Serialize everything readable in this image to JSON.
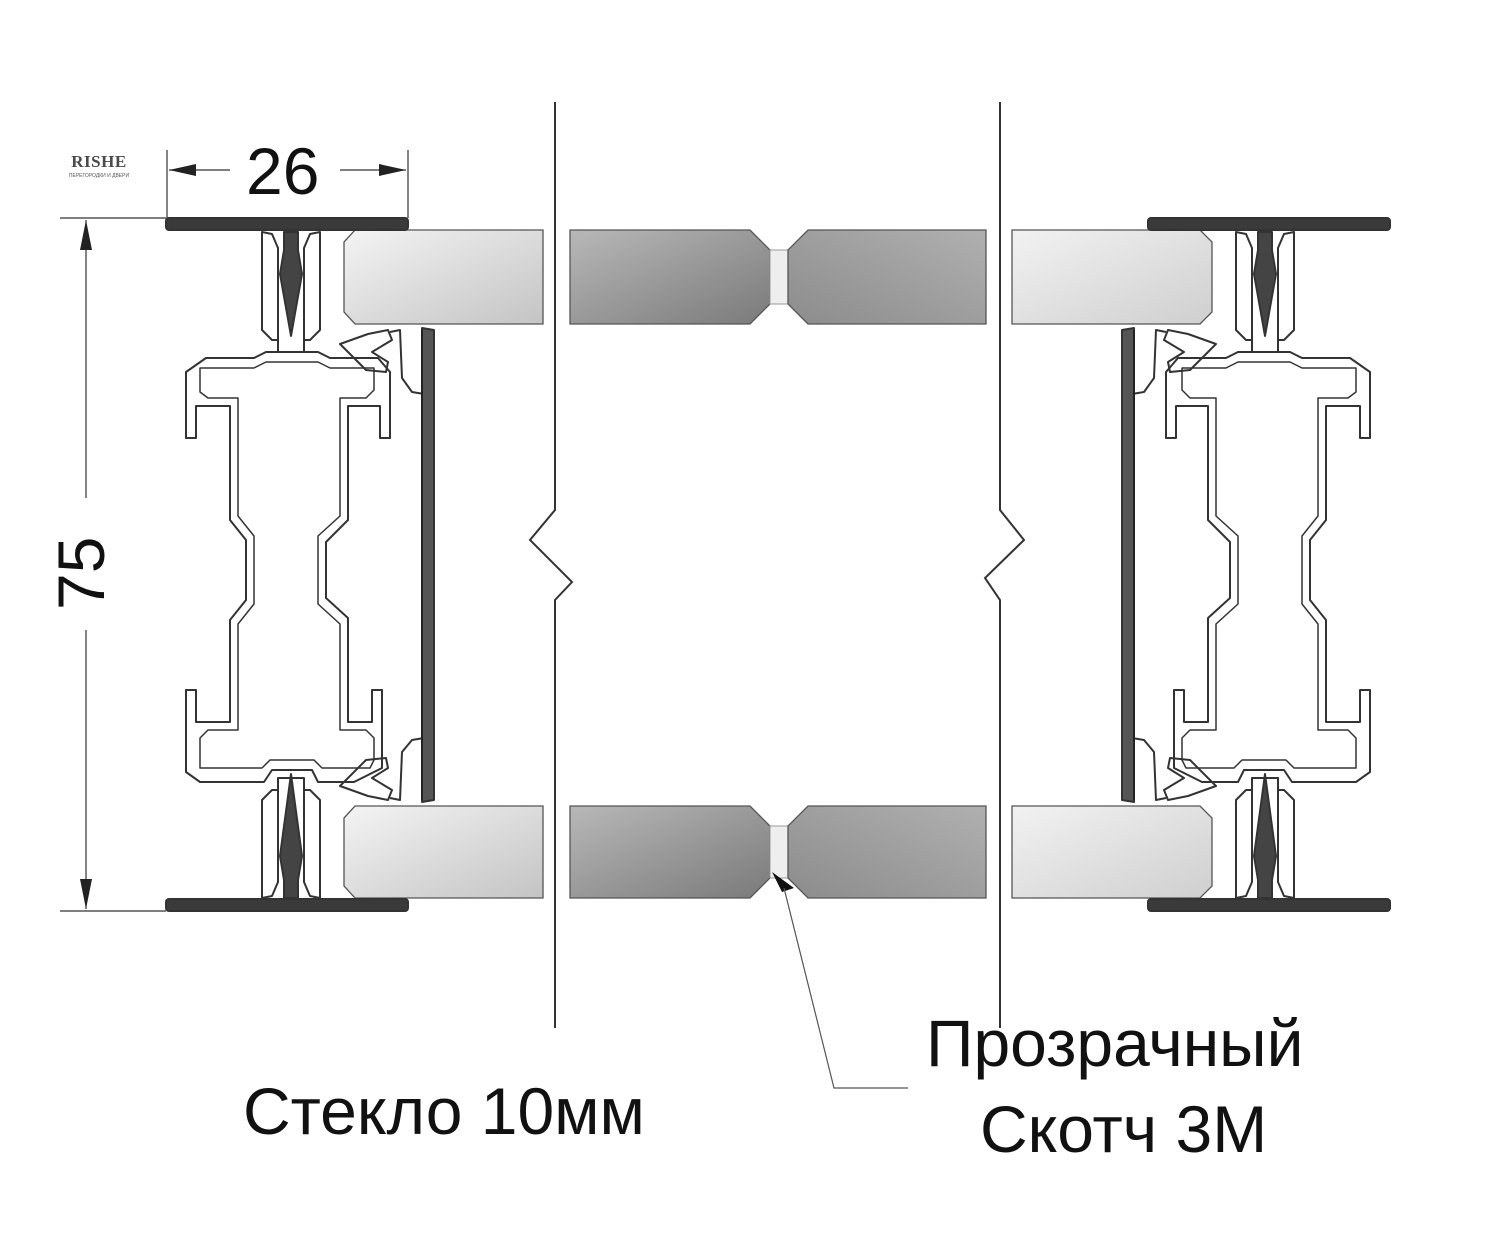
{
  "dimensions": {
    "width": "26",
    "height": "75"
  },
  "labels": {
    "glass": "Стекло 10мм",
    "tape_line1": "Прозрачный",
    "tape_line2": "Скотч 3M"
  },
  "logo": {
    "name": "RISHE",
    "subtitle": "ПЕРЕГОРОДКИ И ДВЕРИ"
  },
  "colors": {
    "profile_stroke": "#333333",
    "profile_dark": "#3a3a3a",
    "glass_light": "#f2f2f2",
    "glass_mid": "#9a9a9a",
    "glass_dark": "#777777"
  }
}
